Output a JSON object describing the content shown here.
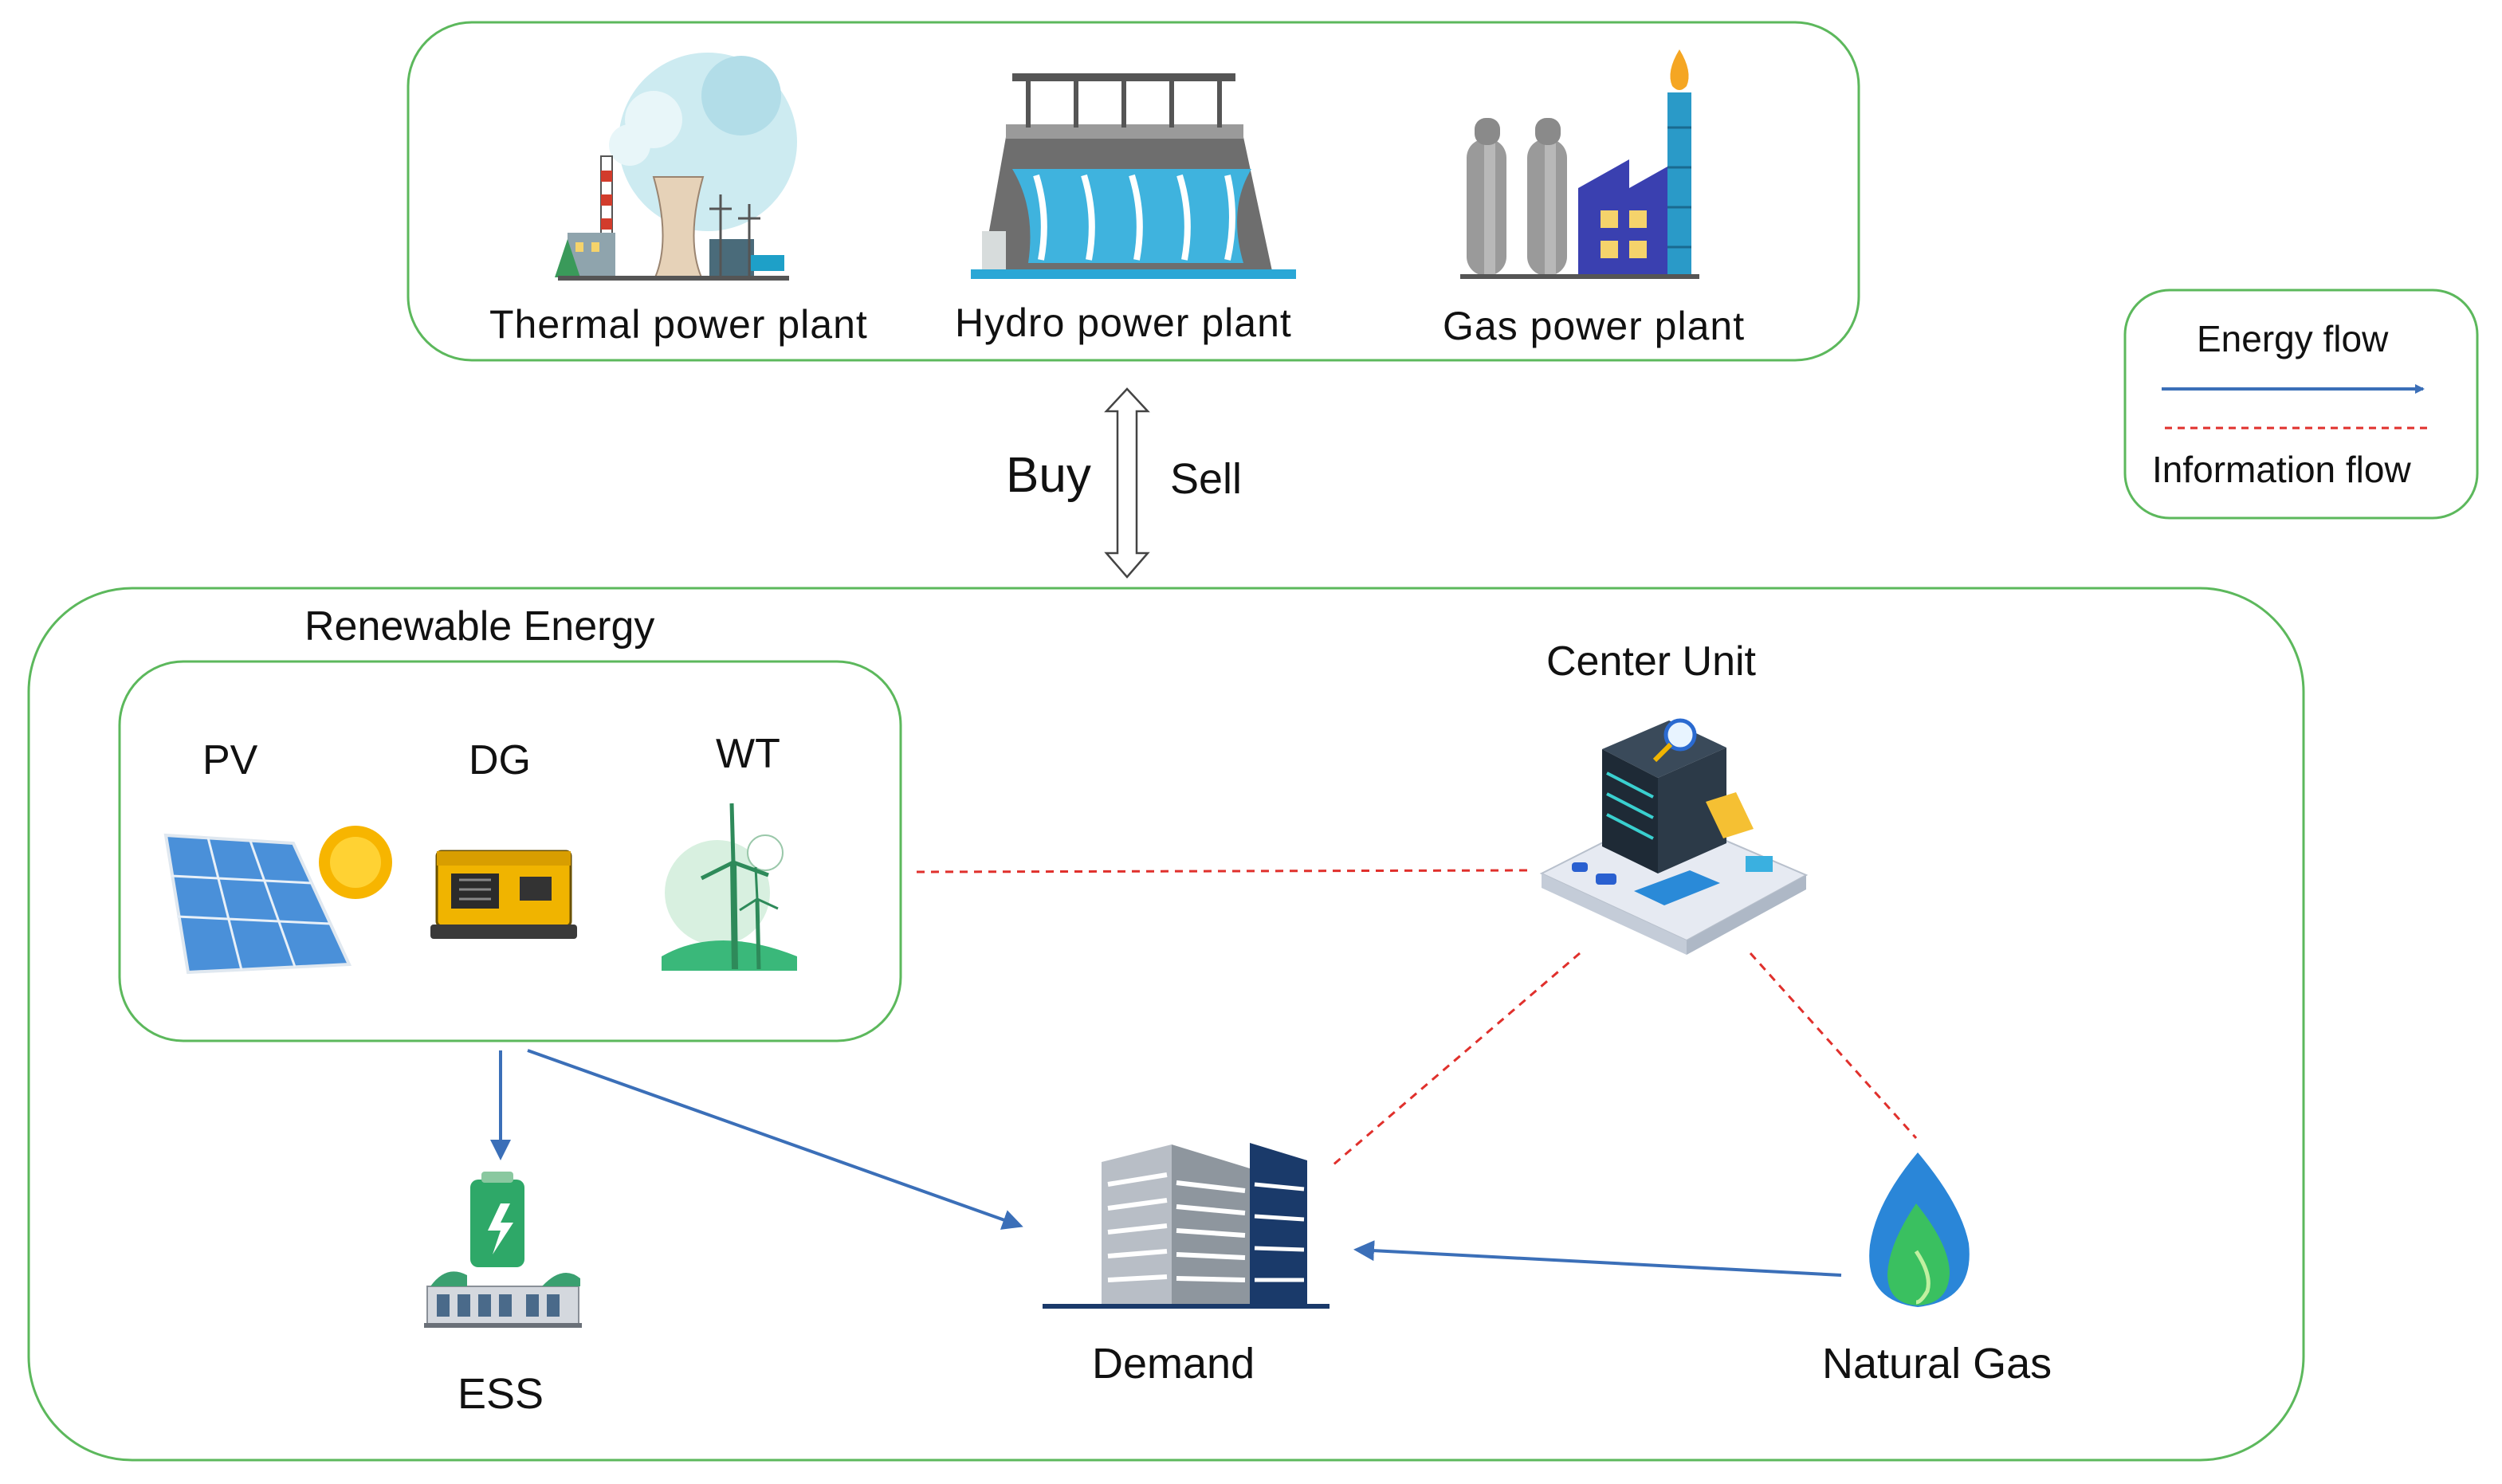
{
  "plants": {
    "thermal": "Thermal power plant",
    "hydro": "Hydro power plant",
    "gas": "Gas power plant"
  },
  "exchange": {
    "buy": "Buy",
    "sell": "Sell"
  },
  "legend": {
    "energy": "Energy flow",
    "info": "Information flow"
  },
  "renewable": {
    "title": "Renewable Energy",
    "pv": "PV",
    "dg": "DG",
    "wt": "WT"
  },
  "nodes": {
    "center": "Center Unit",
    "ess": "ESS",
    "demand": "Demand",
    "gas": "Natural Gas"
  },
  "colors": {
    "box_border": "#5cb85c",
    "energy_flow": "#3b6fb8",
    "info_flow": "#e0302c"
  },
  "icons": [
    "thermal-plant-icon",
    "hydro-dam-icon",
    "gas-plant-icon",
    "solar-panel-icon",
    "generator-icon",
    "wind-turbine-icon",
    "server-icon",
    "battery-storage-icon",
    "building-icon",
    "gas-flame-icon"
  ]
}
